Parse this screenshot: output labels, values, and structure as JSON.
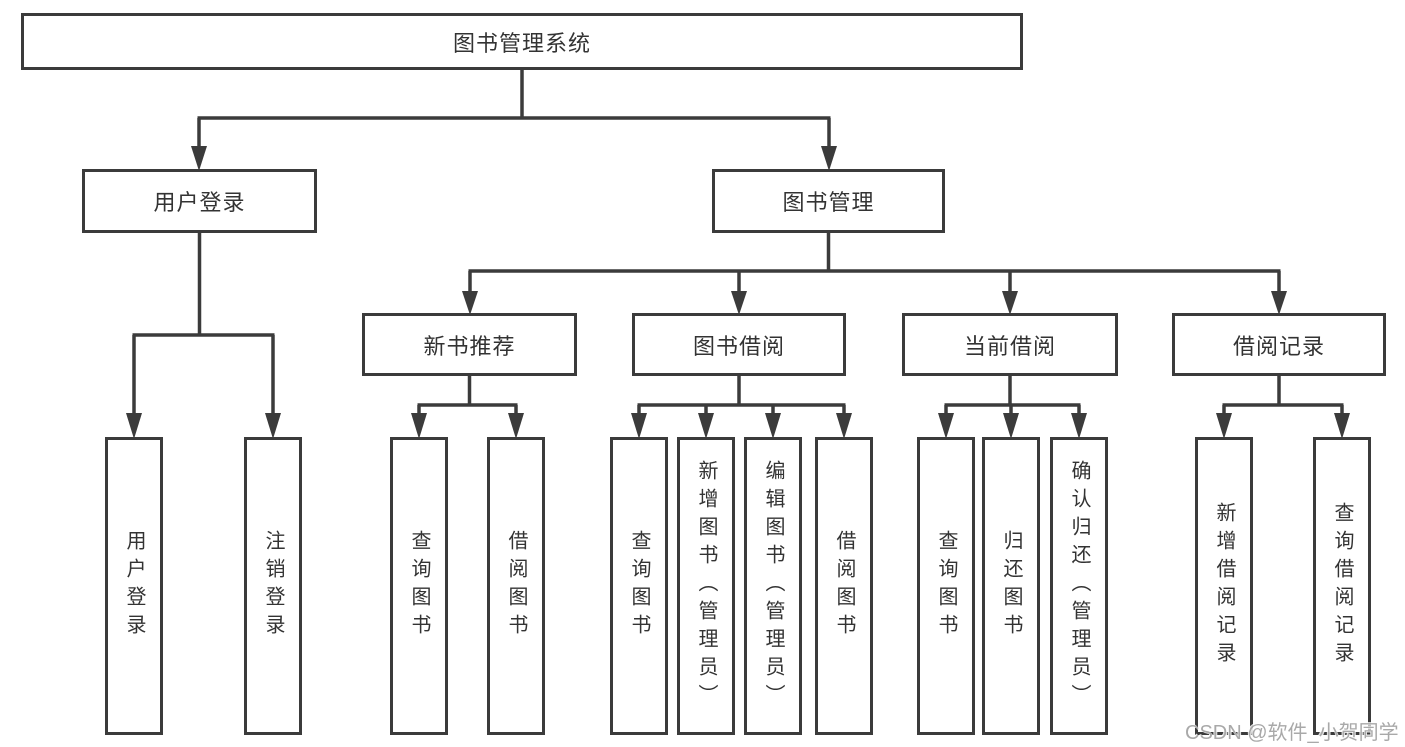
{
  "theme": {
    "line_color": "#3b3b3b",
    "text_color": "#333333",
    "watermark_color": "#a9a9a9",
    "background": "#ffffff"
  },
  "tree": {
    "root": {
      "label": "图书管理系统"
    },
    "level2": [
      {
        "label": "用户登录"
      },
      {
        "label": "图书管理"
      }
    ],
    "level3": [
      {
        "label": "新书推荐"
      },
      {
        "label": "图书借阅"
      },
      {
        "label": "当前借阅"
      },
      {
        "label": "借阅记录"
      }
    ],
    "leaves": {
      "g0": [
        "用户登录",
        "注销登录"
      ],
      "g1": [
        "查询图书",
        "借阅图书"
      ],
      "g2": [
        "查询图书",
        "新增图书（管理员）",
        "编辑图书（管理员）",
        "借阅图书"
      ],
      "g3": [
        "查询图书",
        "归还图书",
        "确认归还（管理员）"
      ],
      "g4": [
        "新增借阅记录",
        "查询借阅记录"
      ]
    }
  },
  "watermark": {
    "text": "CSDN @软件_小贺同学"
  }
}
